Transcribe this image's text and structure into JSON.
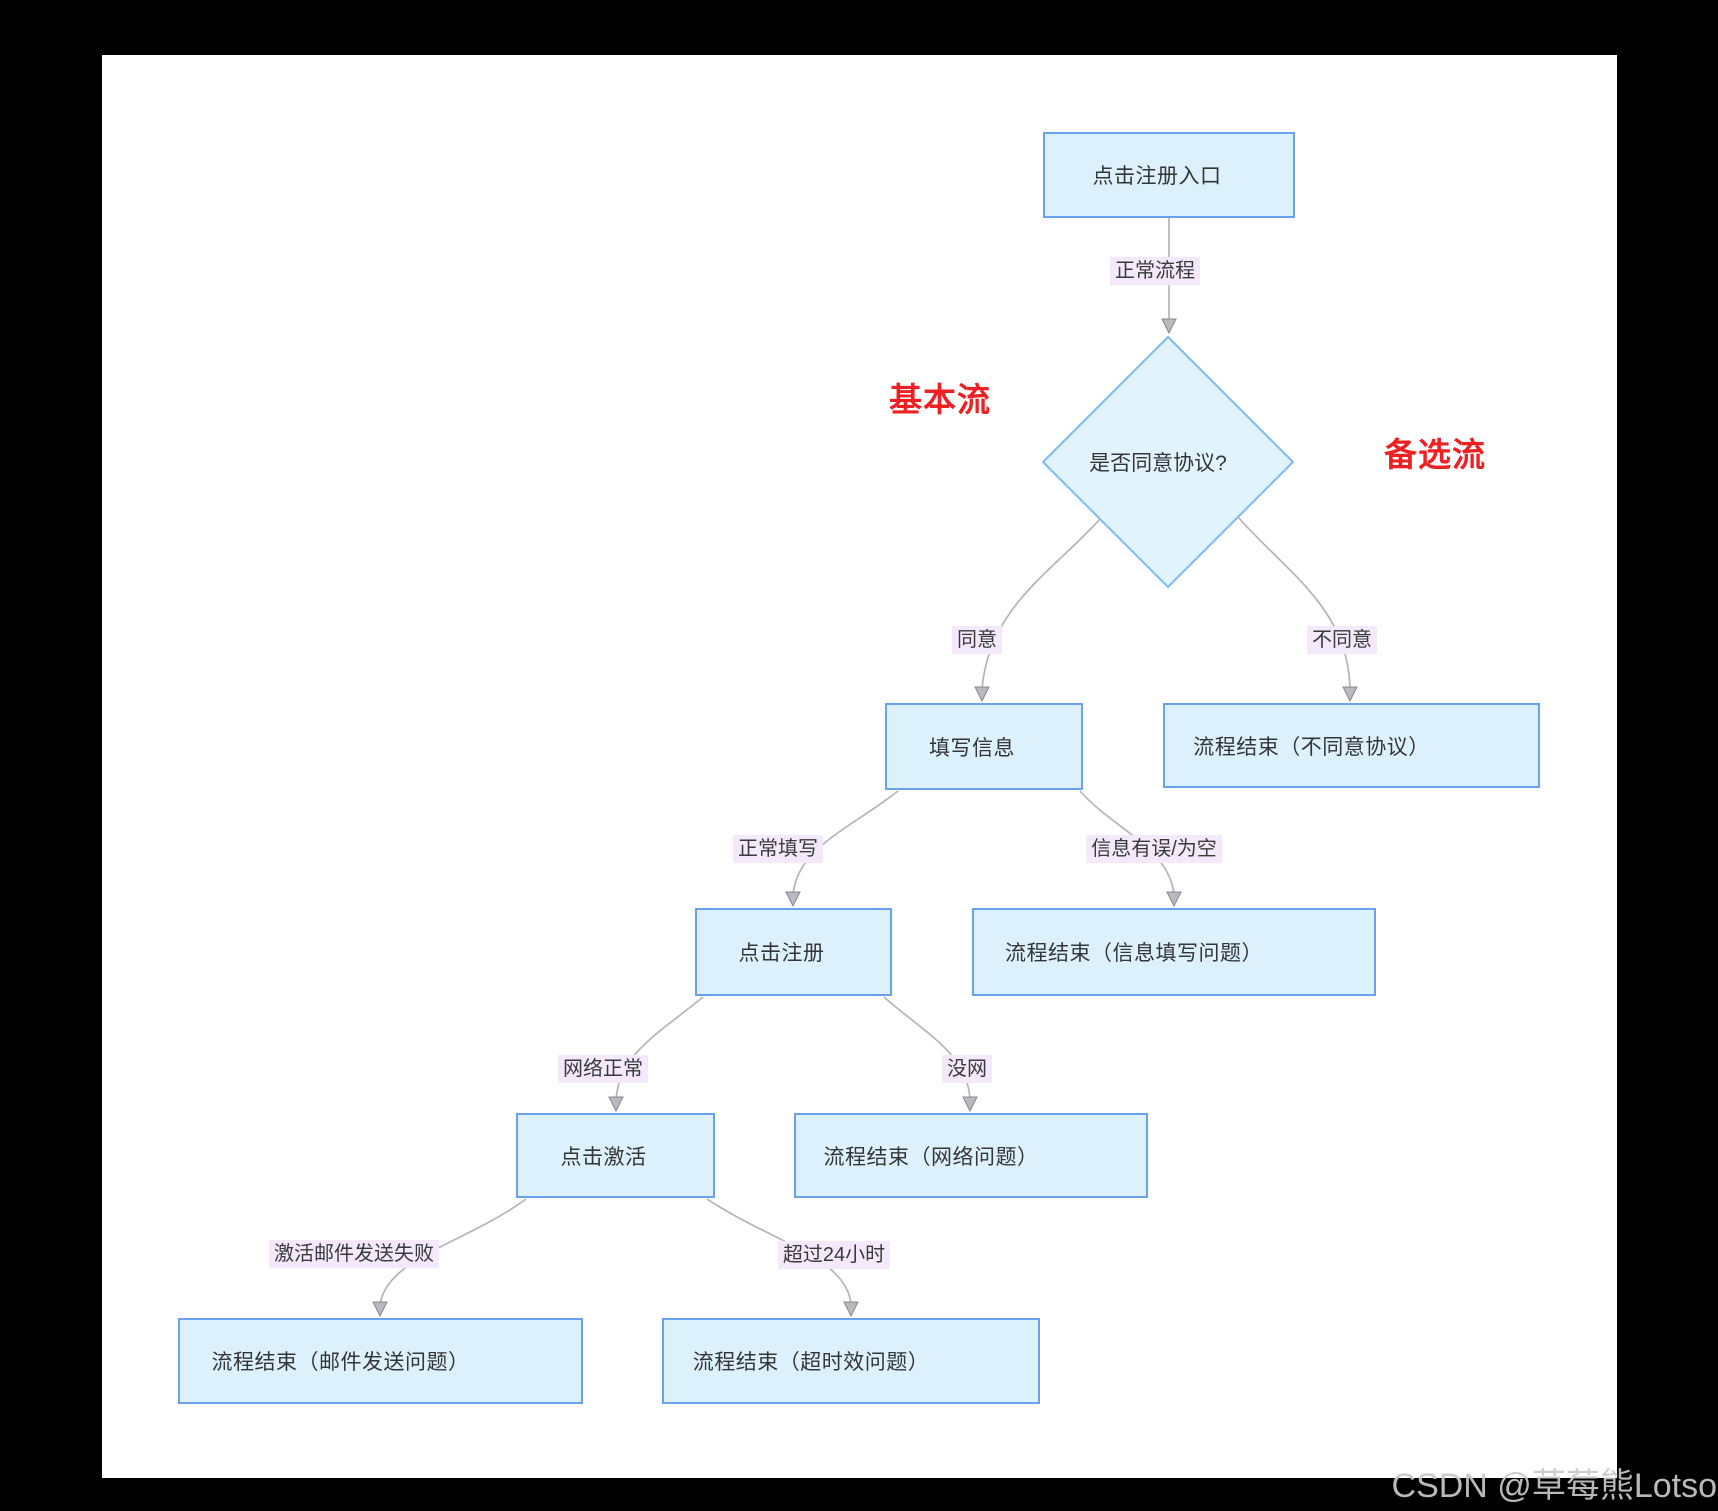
{
  "diagram": {
    "annotations": {
      "basic_flow": "基本流",
      "alternate_flow": "备选流"
    },
    "nodes": {
      "start": "点击注册入口",
      "decision": "是否同意协议?",
      "fill_info": "填写信息",
      "end_disagree": "流程结束（不同意协议）",
      "click_register": "点击注册",
      "end_info_error": "流程结束（信息填写问题）",
      "click_activate": "点击激活",
      "end_network": "流程结束（网络问题）",
      "end_mail_fail": "流程结束（邮件发送问题）",
      "end_timeout": "流程结束（超时效问题）"
    },
    "edges": {
      "normal_flow": "正常流程",
      "agree": "同意",
      "disagree": "不同意",
      "normal_fill": "正常填写",
      "info_error": "信息有误/为空",
      "network_ok": "网络正常",
      "no_network": "没网",
      "mail_fail": "激活邮件发送失败",
      "over_24h": "超过24小时"
    },
    "colors": {
      "node_fill": "#ddf1fc",
      "node_border": "#6aa1ec",
      "diamond_fill": "#e1f3fd",
      "diamond_border": "#7db8f0",
      "edge_line": "#b4b4ba",
      "edge_label_bg": "#f3e9fb",
      "annotation_red": "#ed2024",
      "watermark_gray": "#c9c9c9"
    }
  },
  "watermark": {
    "text": "CSDN @草莓熊Lotso"
  }
}
